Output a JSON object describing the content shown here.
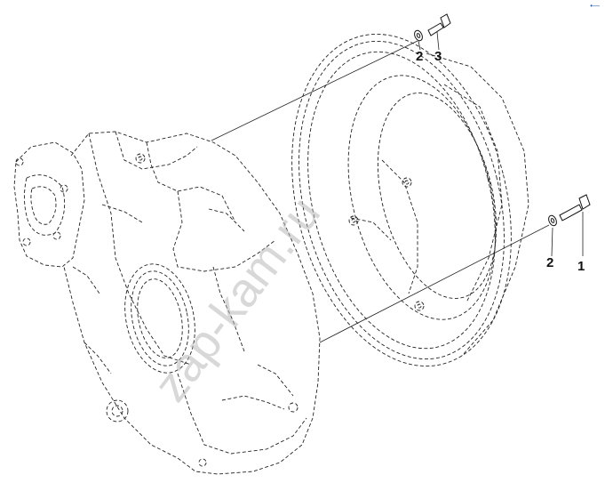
{
  "diagram": {
    "callouts": [
      {
        "id": "c2a",
        "label": "2"
      },
      {
        "id": "c3",
        "label": "3"
      },
      {
        "id": "c2b",
        "label": "2"
      },
      {
        "id": "c1",
        "label": "1"
      }
    ],
    "watermark": "zap-kam.ru",
    "corner_mark": "•—"
  }
}
